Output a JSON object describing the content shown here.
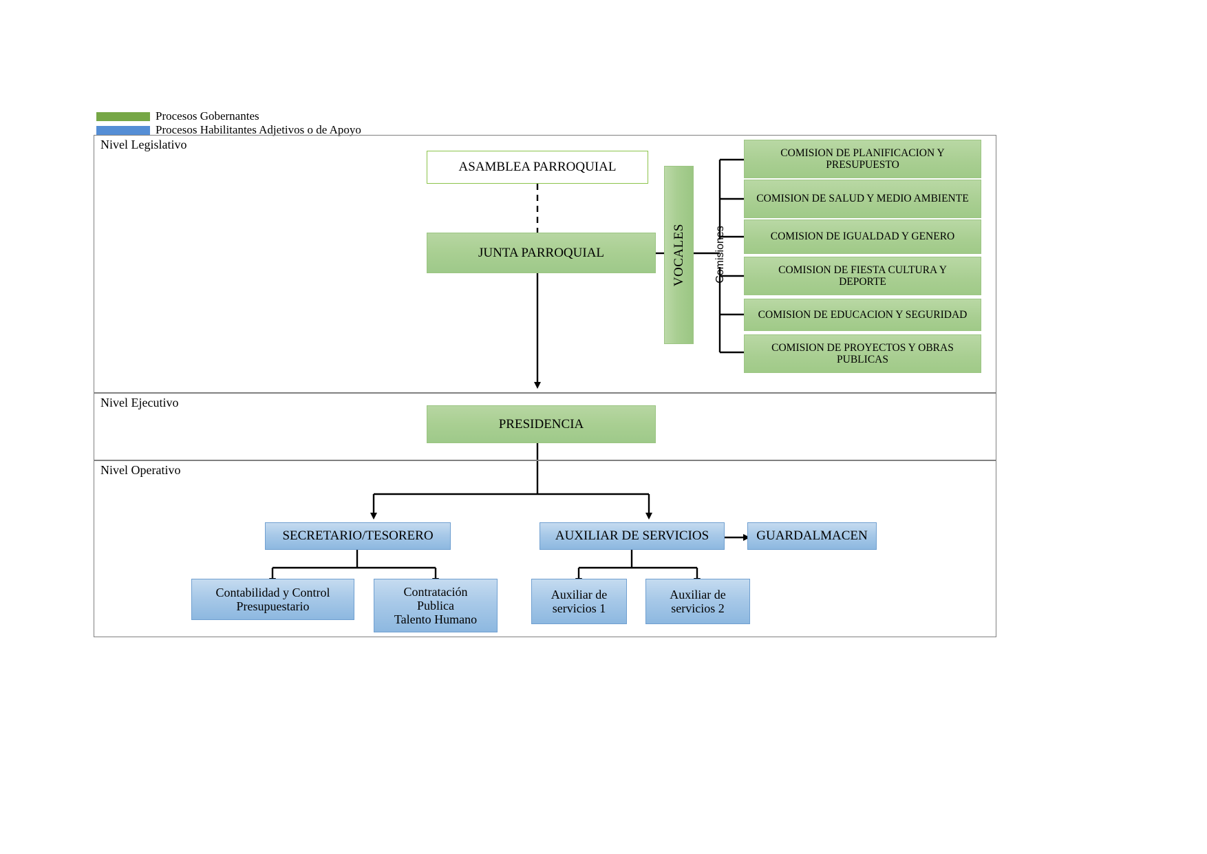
{
  "legend": {
    "items": [
      {
        "label": "Procesos Gobernantes",
        "color": "#76a746",
        "icon": "green-swatch"
      },
      {
        "label": "Procesos Habilitantes Adjetivos o de Apoyo",
        "color": "#558ed5",
        "icon": "blue-swatch"
      }
    ]
  },
  "levels": [
    {
      "id": "legislativo",
      "title": "Nivel Legislativo"
    },
    {
      "id": "ejecutivo",
      "title": "Nivel Ejecutivo"
    },
    {
      "id": "operativo",
      "title": "Nivel Operativo"
    }
  ],
  "nodes": {
    "asamblea": "ASAMBLEA PARROQUIAL",
    "junta": "JUNTA PARROQUIAL",
    "vocales": "VOCALES",
    "comisiones_label": "Comisiones",
    "presidencia": "PRESIDENCIA",
    "secretario": "SECRETARIO/TESORERO",
    "auxiliar_servicios": "AUXILIAR DE SERVICIOS",
    "guardalmacen": "GUARDALMACEN"
  },
  "commissions": [
    {
      "line1": "COMISION DE PLANIFICACION Y",
      "line2": "PRESUPUESTO"
    },
    {
      "line1": "COMISION DE SALUD Y MEDIO AMBIENTE",
      "line2": ""
    },
    {
      "line1": "COMISION DE IGUALDAD Y GENERO",
      "line2": ""
    },
    {
      "line1": "COMISION DE FIESTA CULTURA Y",
      "line2": "DEPORTE"
    },
    {
      "line1": "COMISION DE EDUCACION Y SEGURIDAD",
      "line2": ""
    },
    {
      "line1": "COMISION DE PROYECTOS Y OBRAS",
      "line2": "PUBLICAS"
    }
  ],
  "operativo_children": {
    "contabilidad": {
      "line1": "Contabilidad y Control",
      "line2": "Presupuestario",
      "line3": ""
    },
    "contratacion": {
      "line1": "Contratación",
      "line2": "Publica",
      "line3": "Talento Humano"
    },
    "auxiliar1": {
      "line1": "Auxiliar de",
      "line2": "servicios 1",
      "line3": ""
    },
    "auxiliar2": {
      "line1": "Auxiliar de",
      "line2": "servicios 2",
      "line3": ""
    }
  },
  "colors": {
    "green_fill": "#a8ce91",
    "green_outline": "#8bc34a",
    "blue_fill": "#a8c9e8",
    "legend_green": "#76a746",
    "legend_blue": "#558ed5",
    "frame_border": "#808080",
    "connector": "#000000"
  }
}
